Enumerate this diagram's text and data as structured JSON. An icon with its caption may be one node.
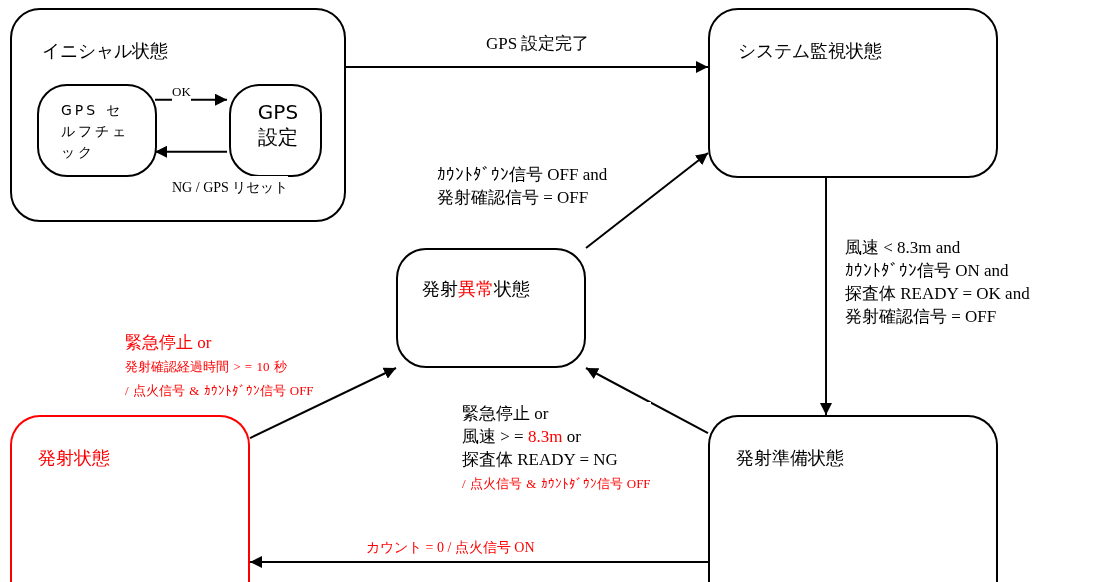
{
  "diagram": {
    "nodes": [
      {
        "text": [
          "イニシャル状態"
        ]
      },
      {
        "text": [
          "GPS セルフチェック"
        ],
        "in": 0
      },
      {
        "text": [
          "GPS 設定"
        ],
        "in": 0
      },
      {
        "text": [
          "システム監視状態"
        ]
      },
      {
        "text": [
          "発射異常状態"
        ]
      },
      {
        "text": [
          "発射状態"
        ]
      },
      {
        "text": [
          "発射準備状態"
        ]
      }
    ],
    "edges": [
      {
        "from": 1,
        "to": 2,
        "arrow": "to",
        "label": "OK"
      },
      {
        "from": 2,
        "to": 1,
        "arrow": "to",
        "label": "NG / GPS リセット"
      },
      {
        "from": 0,
        "to": 3,
        "arrow": "to",
        "label": "GPS 設定完了"
      },
      {
        "from": 3,
        "to": 6,
        "arrow": "to",
        "label": "風速 < 8.3m and ｶｳﾝﾄﾀﾞｳﾝ信号 ON and 探査体 READY = OK and 発射確認信号 = OFF"
      },
      {
        "from": 4,
        "to": 3,
        "arrow": "to",
        "label": "ｶｳﾝﾄﾀﾞｳﾝ信号 OFF and 発射確認信号 = OFF"
      },
      {
        "from": 6,
        "to": 4,
        "arrow": "to",
        "label": "緊急停止 or 風速 > = 8.3m or 探査体 READY = NG / 点火信号 & ｶｳﾝﾄﾀﾞｳﾝ信号 OFF"
      },
      {
        "from": 5,
        "to": 4,
        "arrow": "to",
        "label": "緊急停止 or 発射確認経過時間 > = 10 秒 / 点火信号 & ｶｳﾝﾄﾀﾞｳﾝ信号 OFF"
      },
      {
        "from": 6,
        "to": 5,
        "arrow": "to",
        "label": "カウント = 0 / 点火信号 ON"
      }
    ]
  }
}
